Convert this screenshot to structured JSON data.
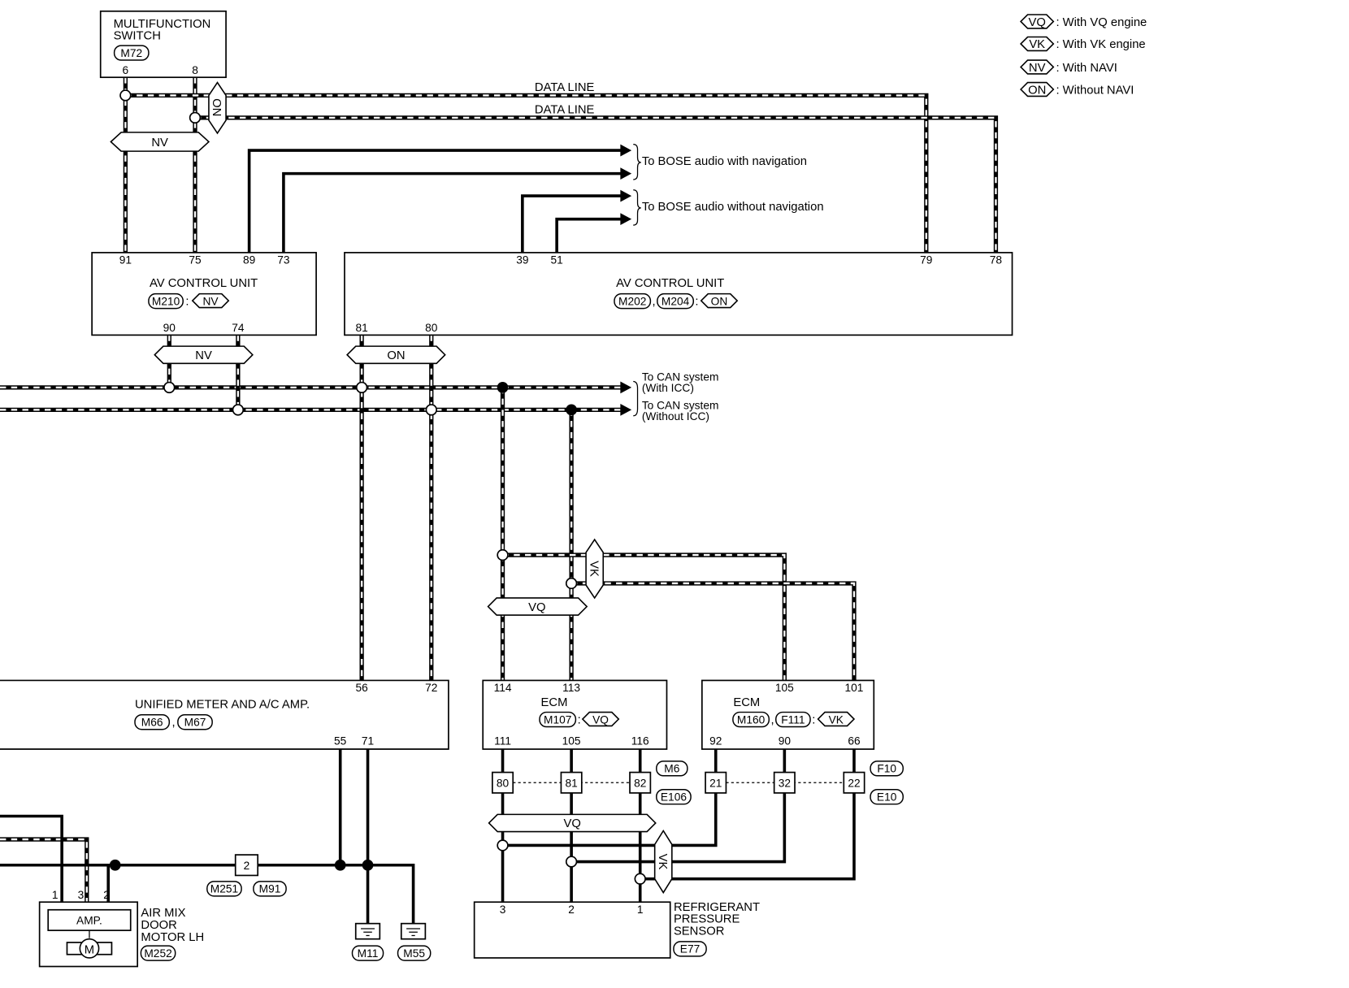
{
  "legend": [
    {
      "code": "VQ",
      "text": ": With VQ engine"
    },
    {
      "code": "VK",
      "text": ": With VK engine"
    },
    {
      "code": "NV",
      "text": ": With NAVI"
    },
    {
      "code": "ON",
      "text": ": Without NAVI"
    }
  ],
  "multifunction_switch": {
    "name_line1": "MULTIFUNCTION",
    "name_line2": "SWITCH",
    "connector": "M72",
    "pins": [
      "6",
      "8"
    ]
  },
  "data_lines": [
    "DATA LINE",
    "DATA LINE"
  ],
  "bose_notes": [
    "To BOSE audio with navigation",
    "To BOSE audio without navigation"
  ],
  "can_notes": [
    {
      "line1": "To CAN system",
      "line2": "(With ICC)"
    },
    {
      "line1": "To CAN system",
      "line2": "(Without ICC)"
    }
  ],
  "av_unit_nv": {
    "name": "AV CONTROL UNIT",
    "connector": "M210",
    "option": "NV",
    "top_pins": [
      "91",
      "75",
      "89",
      "73"
    ],
    "bottom_pins": [
      "90",
      "74"
    ]
  },
  "av_unit_on": {
    "name": "AV CONTROL UNIT",
    "connectors": [
      "M202",
      "M204"
    ],
    "option": "ON",
    "top_pins": [
      "39",
      "51",
      "79",
      "78"
    ],
    "bottom_pins": [
      "81",
      "80"
    ]
  },
  "option_tags": {
    "sw_nv": "NV",
    "sw_on": "ON",
    "av_nv": "NV",
    "av_on": "ON",
    "ecm_vk": "VK",
    "ecm_vq": "VQ",
    "sensor_vq": "VQ",
    "sensor_vk": "VK"
  },
  "meter": {
    "name": "UNIFIED METER AND A/C AMP.",
    "connectors": [
      "M66",
      "M67"
    ],
    "top_pins": [
      "56",
      "72"
    ],
    "bottom_pins": [
      "55",
      "71"
    ]
  },
  "ecm_vq": {
    "name": "ECM",
    "connector": "M107",
    "option": "VQ",
    "top_pins": [
      "114",
      "113"
    ],
    "bottom_pins": [
      "111",
      "105",
      "116"
    ]
  },
  "ecm_vk": {
    "name": "ECM",
    "connectors": [
      "M160",
      "F111"
    ],
    "option": "VK",
    "top_pins": [
      "105",
      "101"
    ],
    "bottom_pins": [
      "92",
      "90",
      "66"
    ]
  },
  "joint_vq": {
    "pins": [
      "80",
      "81",
      "82"
    ],
    "connectors": [
      "M6",
      "E106"
    ]
  },
  "joint_vk": {
    "pins": [
      "21",
      "32",
      "22"
    ],
    "connectors": [
      "F10",
      "E10"
    ]
  },
  "joint_m251": {
    "pin": "2",
    "connectors": [
      "M251",
      "M91"
    ]
  },
  "air_mix": {
    "name_line1": "AIR MIX",
    "name_line2": "DOOR",
    "name_line3": "MOTOR LH",
    "connector": "M252",
    "amp": "AMP.",
    "motor": "M",
    "pins": [
      "1",
      "3",
      "2"
    ]
  },
  "grounds": [
    "M11",
    "M55"
  ],
  "sensor": {
    "name_line1": "REFRIGERANT",
    "name_line2": "PRESSURE",
    "name_line3": "SENSOR",
    "connector": "E77",
    "pins": [
      "3",
      "2",
      "1"
    ]
  }
}
